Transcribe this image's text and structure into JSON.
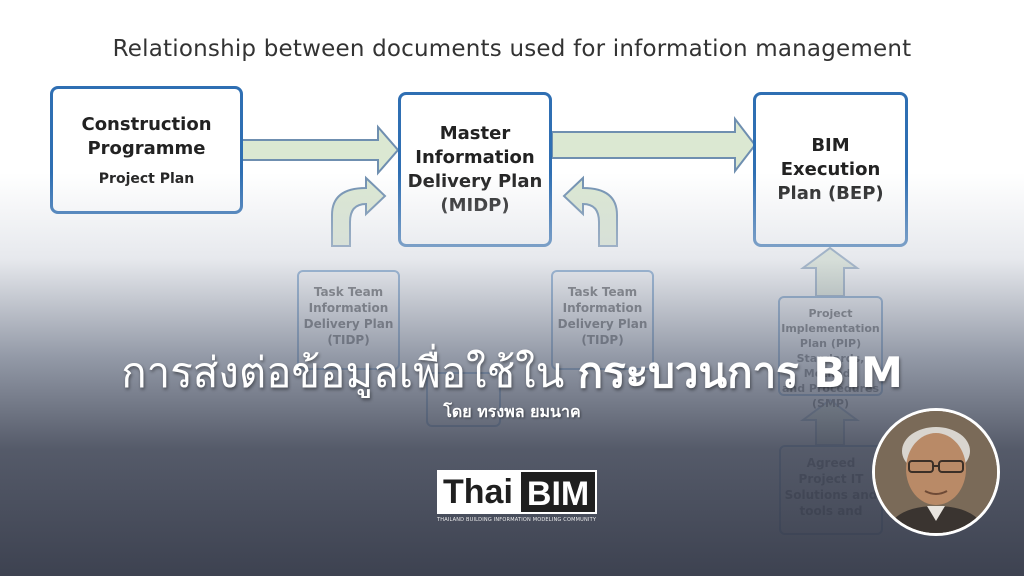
{
  "diagram": {
    "title": "Relationship between documents used for information management",
    "boxes": {
      "construction_programme": {
        "main": "Construction\nProgramme",
        "sub": "Project Plan"
      },
      "midp": {
        "main": "Master\nInformation\nDelivery Plan\n(MIDP)"
      },
      "bep": {
        "main": "BIM\nExecution\nPlan (BEP)"
      }
    },
    "small_boxes": {
      "tidp_left": "Task Team\nInformation\nDelivery Plan\n(TIDP)",
      "tidp_right": "Task Team\nInformation\nDelivery Plan\n(TIDP)",
      "pip": "Project\nImplementation\nPlan (PIP)\nStandards, Methods\nand Procedures (SMP)",
      "agreed_it": "Agreed\nProject IT\nSolutions and\ntools and"
    },
    "colors": {
      "border": "#2f6fb3",
      "arrow_fill": "#dbe8d2",
      "arrow_stroke": "#6f8fb0"
    }
  },
  "headline": {
    "regular": "การส่งต่อข้อมูลเพื่อใช้ใน ",
    "bold": "กระบวนการ BIM"
  },
  "byline": "โดย ทรงพล ยมนาค",
  "logo": {
    "thai": "Thai",
    "bim": "BIM",
    "tagline": "THAILAND BUILDING INFORMATION MODELING COMMUNITY"
  },
  "avatar": {
    "icon": "author-portrait-icon"
  }
}
